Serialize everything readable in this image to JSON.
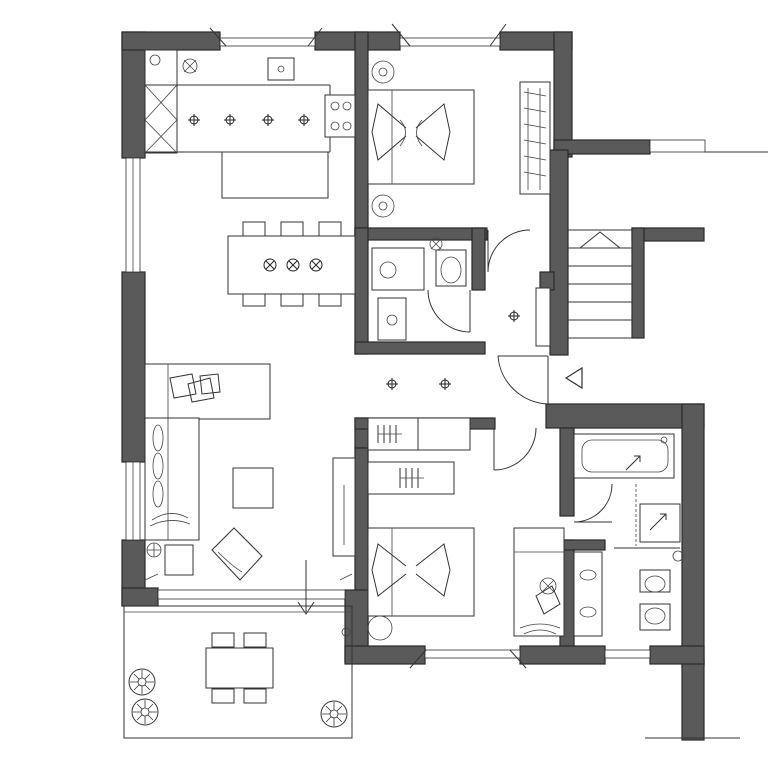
{
  "plan": {
    "type": "apartment-floor-plan",
    "rooms": [
      "living-kitchen",
      "bedroom",
      "bedroom",
      "bathroom",
      "shower-room",
      "wc",
      "hall",
      "terrace",
      "staircase"
    ],
    "colors": {
      "wall": "#5a5a5a",
      "line": "#333333",
      "background": "#ffffff"
    }
  }
}
